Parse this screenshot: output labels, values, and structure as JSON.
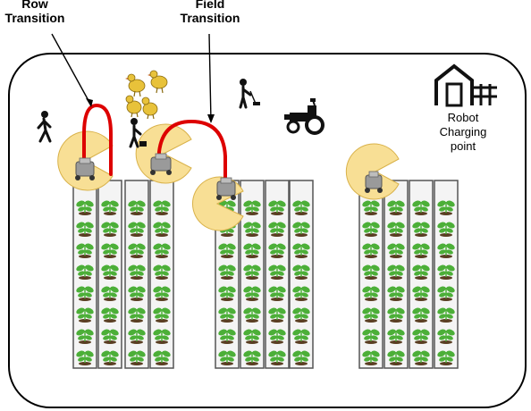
{
  "labels": {
    "row_transition": [
      "Row",
      "Transition"
    ],
    "field_transition": [
      "Field",
      "Transition"
    ],
    "charging_point": [
      "Robot",
      "Charging",
      "point"
    ]
  },
  "colors": {
    "field_border": "#000000",
    "transition_path": "#dd0000",
    "sensor_footprint": "#f8df95",
    "sensor_footprint_edge": "#d9b24a",
    "plant_leaf": "#4caf38",
    "crop_bed": "#f4f4f4",
    "crop_bed_edge": "#555555",
    "chicken": "#e8c23a"
  },
  "icons": [
    "person-walking-icon",
    "chicken-icon",
    "farmer-icon",
    "tractor-icon",
    "robot-icon",
    "charging-station-icon",
    "plant-icon"
  ]
}
